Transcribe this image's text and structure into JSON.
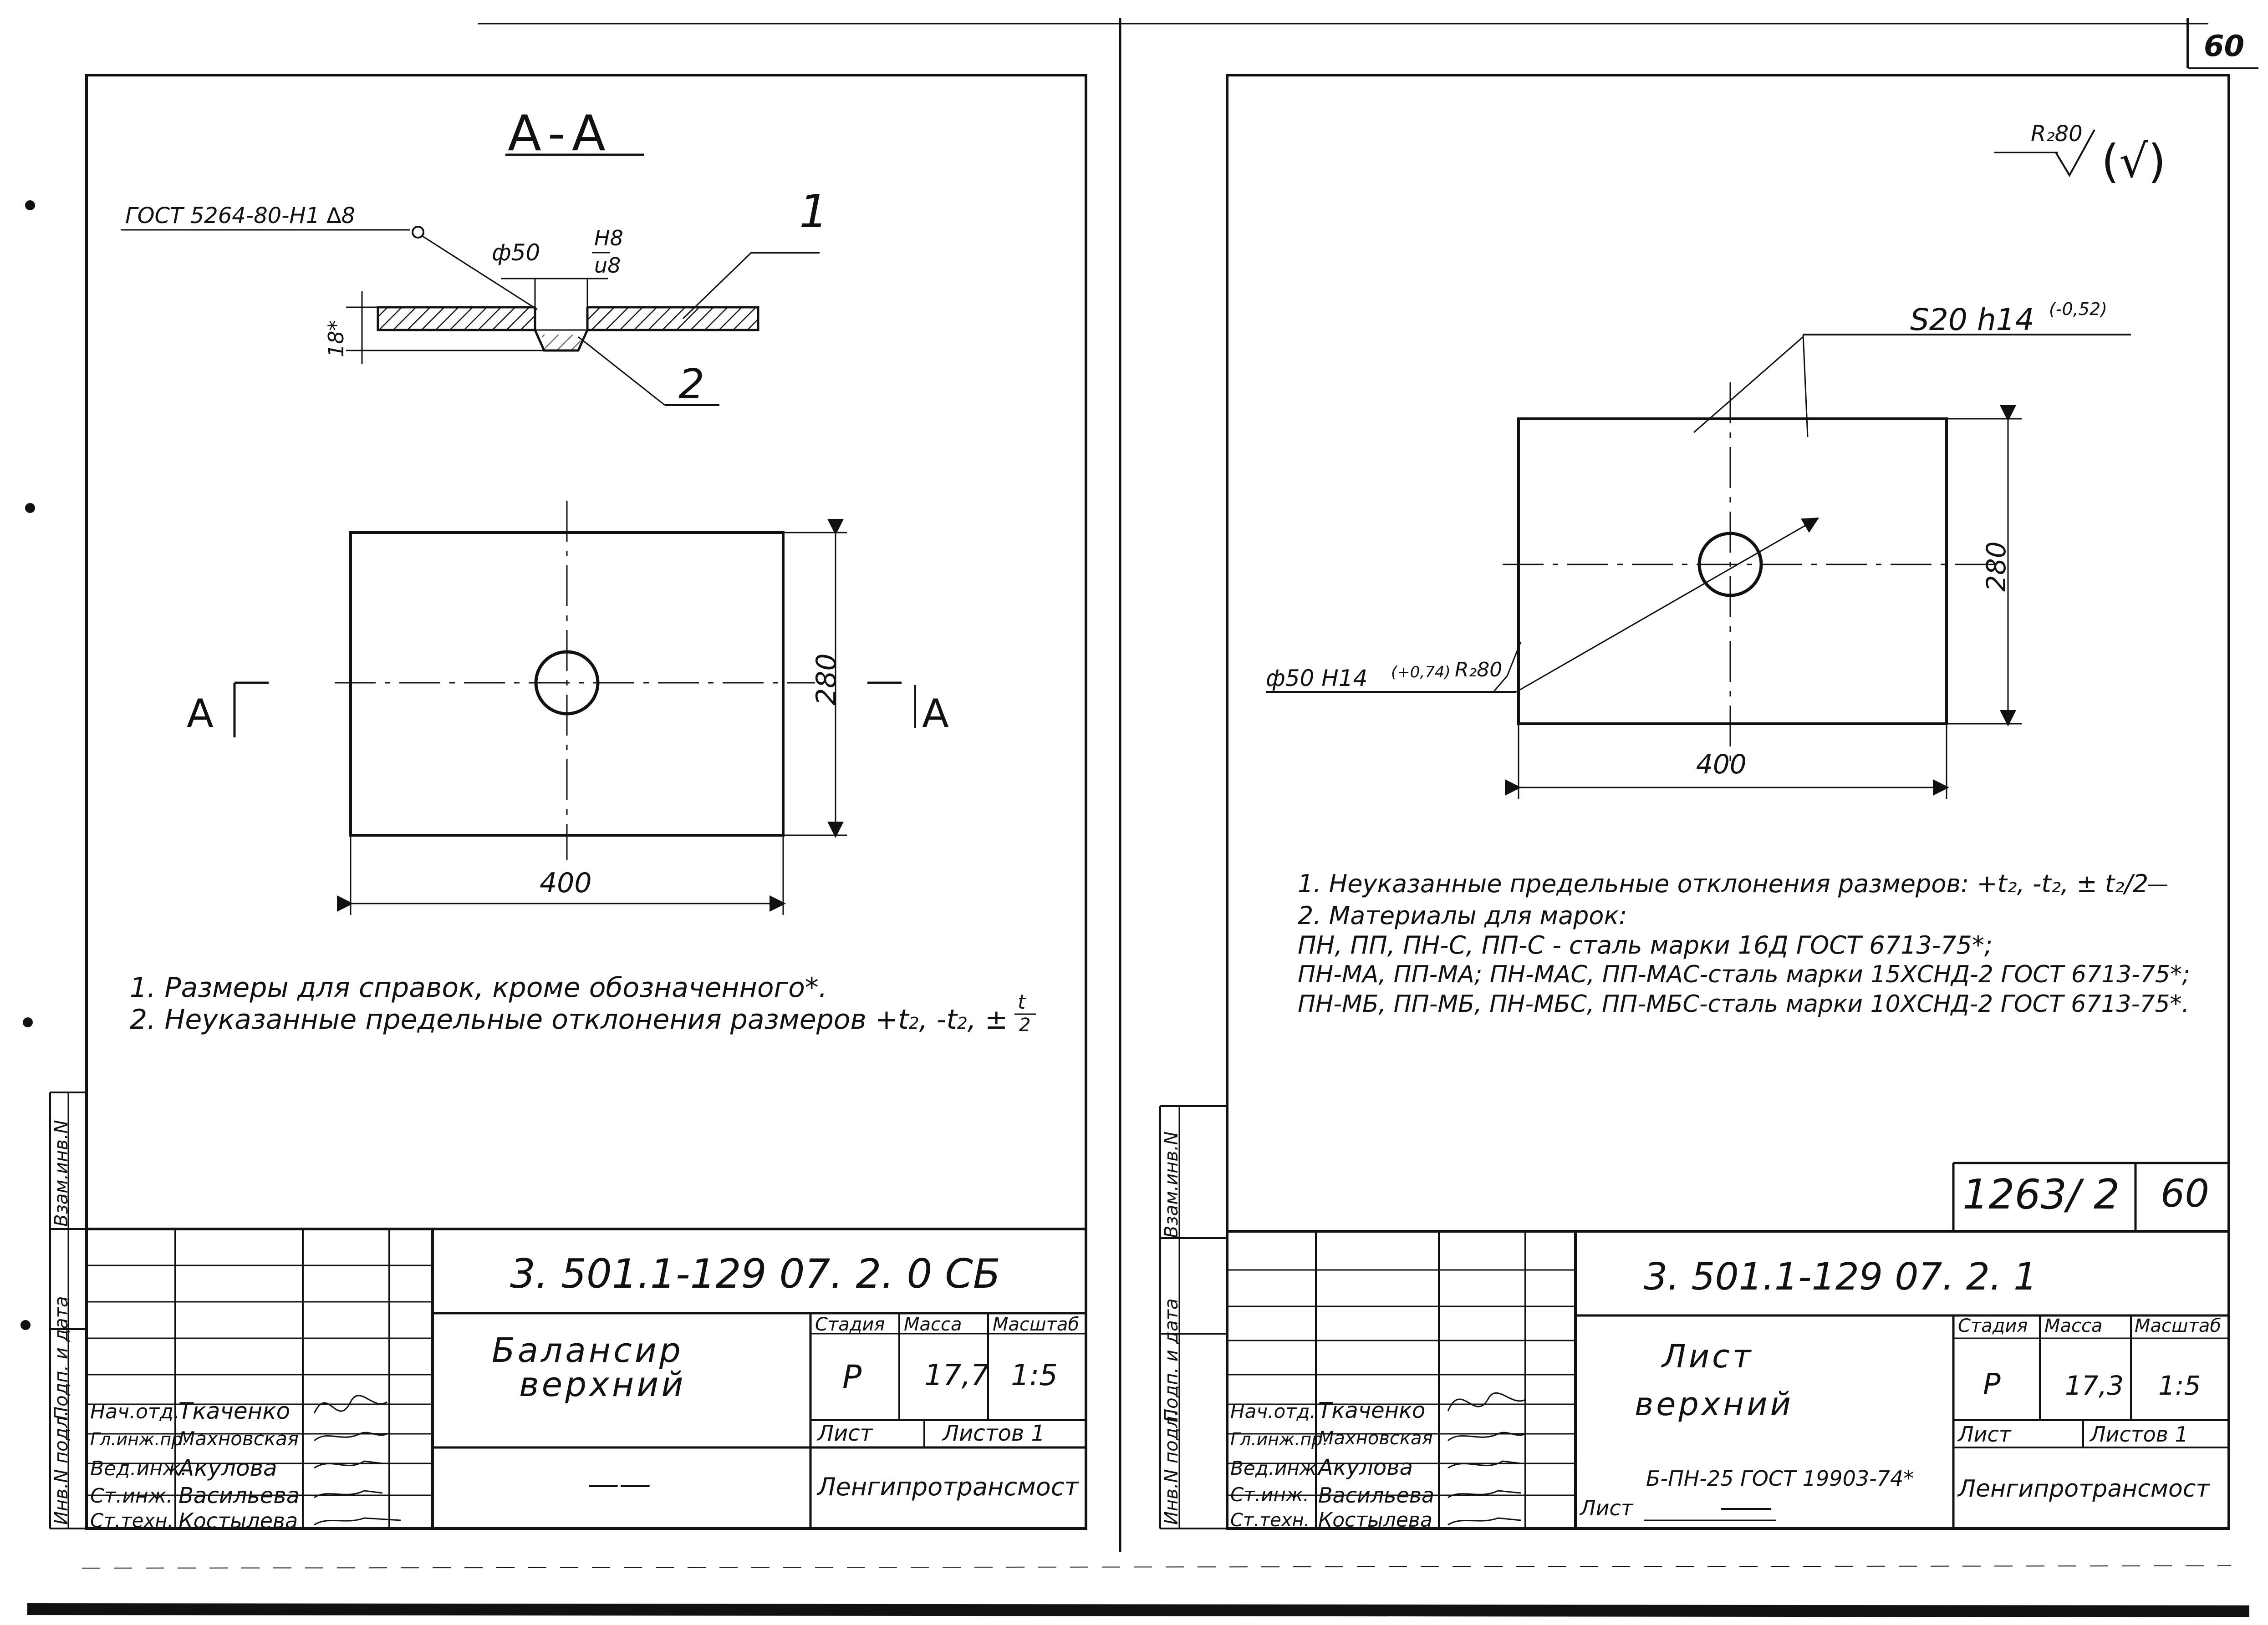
{
  "page_number": "60",
  "left": {
    "section_title": "А-А",
    "weld_note": "ГОСТ 5264-80-Н1 ∆8",
    "dim_hole": "ф50",
    "fit_top": "Н8",
    "fit_bottom": "u8",
    "dim_thickness": "18*",
    "pos1": "1",
    "pos2": "2",
    "dim_280": "280",
    "dim_400": "400",
    "cut_left": "А",
    "cut_right": "А",
    "notes": [
      "1. Размеры для справок, кроме обозначенного*.",
      "2. Неуказанные предельные отклонения размеров +t",
      "2"
    ],
    "note2_tail": ", -t",
    "note2_frac_top": "t",
    "note2_pm": ", ±",
    "stamp": {
      "code": "3. 501.1-129 07. 2. 0 СБ",
      "name": "Балансир верхний",
      "name_line1": "Балансир",
      "name_line2": "верхний",
      "dash": "——",
      "col_stage": "Стадия",
      "col_mass": "Масса",
      "col_scale": "Масштаб",
      "stage": "Р",
      "mass": "17,7",
      "scale": "1:5",
      "sheet": "Лист",
      "sheets": "Листов 1",
      "org": "Ленгипротрансмост",
      "roles": [
        "Нач.отд.",
        "Гл.инж.пр.",
        "Вед.инж.",
        "Ст.инж.",
        "Ст.техн."
      ],
      "people": [
        "Ткаченко",
        "Махновская",
        "Акулова",
        "Васильева",
        "Костылева"
      ],
      "side_labels": [
        "Инв.N подл.",
        "Подп. и дата",
        "Взам.инв.N"
      ]
    }
  },
  "right": {
    "roughness": "R₂80",
    "roughness_paren": "(√)",
    "thickness_label": "S20 h14",
    "thickness_tol": "(-0,52)",
    "hole_label": "ф50 Н14",
    "hole_tol": "(+0,74)",
    "hole_rough": "R₂80",
    "dim_280": "280",
    "dim_400": "400",
    "notes": [
      "1. Неуказанные предельные отклонения размеров: +t₂, -t₂, ± t₂/2",
      "2. Материалы для марок:",
      "ПН, ПП, ПН-С, ПП-С - сталь марки 16Д ГОСТ 6713-75*;",
      "ПН-МА, ПП-МА; ПН-МАС, ПП-МАС-сталь марки 15ХСНД-2 ГОСТ 6713-75*;",
      "ПН-МБ, ПП-МБ, ПН-МБС, ПП-МБС-сталь марки 10ХСНД-2 ГОСТ 6713-75*."
    ],
    "ref": "1263/ 2",
    "ref_page": "60",
    "stamp": {
      "code": "3. 501.1-129 07. 2. 1",
      "name_line1": "Лист",
      "name_line2": "верхний",
      "material_prefix": "Лист",
      "material": "Б-ПН-25 ГОСТ 19903-74*",
      "col_stage": "Стадия",
      "col_mass": "Масса",
      "col_scale": "Масштаб",
      "stage": "Р",
      "mass": "17,3",
      "scale": "1:5",
      "sheet": "Лист",
      "sheets": "Листов 1",
      "org": "Ленгипротрансмост",
      "roles": [
        "Нач.отд.",
        "Гл.инж.пр.",
        "Вед.инж.",
        "Ст.инж.",
        "Ст.техн."
      ],
      "people": [
        "Ткаченко",
        "Махновская",
        "Акулова",
        "Васильева",
        "Костылева"
      ],
      "side_labels": [
        "Инв.N подл.",
        "Подп. и дата",
        "Взам.инв.N"
      ]
    }
  }
}
